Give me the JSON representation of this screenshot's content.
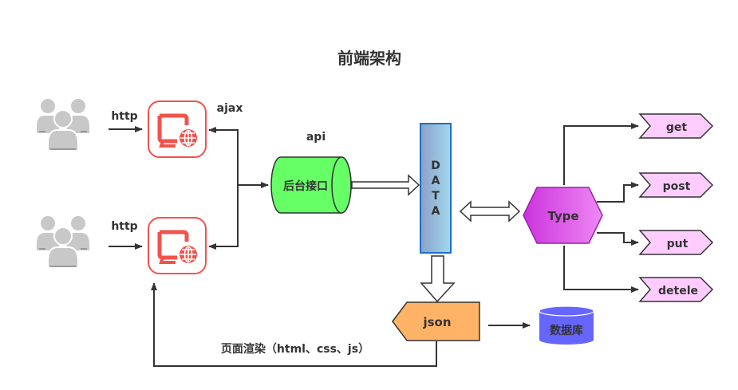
{
  "title": "前端架构",
  "colors": {
    "text": "#333333",
    "line": "#333333",
    "browser_icon": "#f2524c",
    "user_icon": "#c8c8c8",
    "backend_fill": "#66ff66",
    "data_fill_left": "#8aa0c8",
    "data_fill_right": "#9fd4ea",
    "data_border": "#1e6fc4",
    "type_fill_left": "#cc33dd",
    "type_fill_right": "#ee88f4",
    "type_border": "#9922aa",
    "method_fill": "#ffccff",
    "json_fill": "#ffb366",
    "db_fill": "#6666ff"
  },
  "clients": [
    {
      "user_icon": "user-group-icon",
      "protocol": "http",
      "browser_icon": "browser-globe-icon"
    },
    {
      "user_icon": "user-group-icon",
      "protocol": "http",
      "browser_icon": "browser-globe-icon"
    }
  ],
  "labels": {
    "ajax": "ajax",
    "api": "api",
    "backend": "后台接口",
    "data": "DATA",
    "data_letters": [
      "D",
      "A",
      "T",
      "A"
    ],
    "type": "Type",
    "json": "json",
    "database": "数据库",
    "render": "页面渲染（html、css、js）"
  },
  "methods": [
    "get",
    "post",
    "put",
    "detele"
  ]
}
